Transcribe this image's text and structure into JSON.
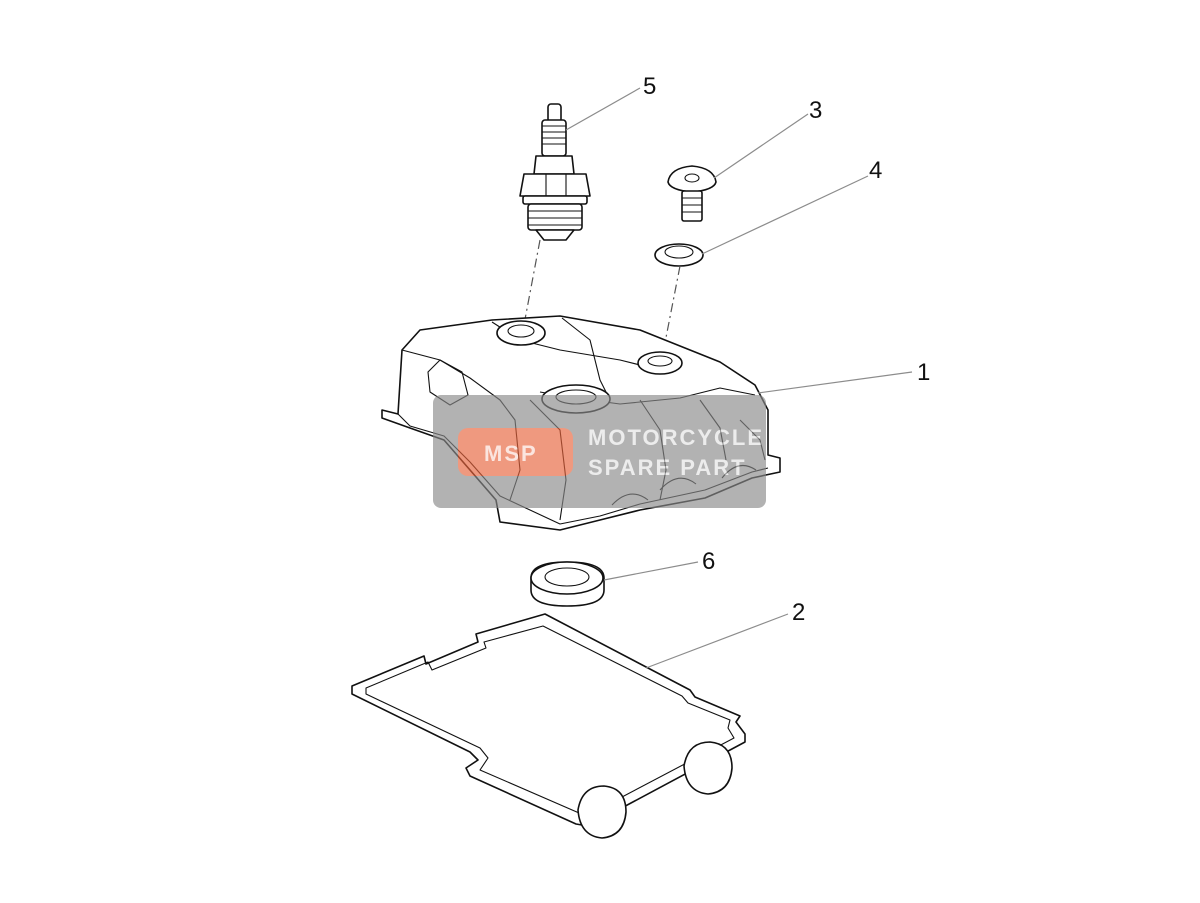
{
  "callouts": [
    {
      "id": "1",
      "label": "1"
    },
    {
      "id": "2",
      "label": "2"
    },
    {
      "id": "3",
      "label": "3"
    },
    {
      "id": "4",
      "label": "4"
    },
    {
      "id": "5",
      "label": "5"
    },
    {
      "id": "6",
      "label": "6"
    }
  ],
  "watermark": {
    "logo_text": "MSP",
    "line1": "MOTORCYCLE",
    "line2": "SPARE PART",
    "background_color": "#8a8a8a",
    "accent_color": "#e8643c"
  },
  "colors": {
    "line": "#111111",
    "leader": "#8c8c8c",
    "background": "#ffffff"
  }
}
